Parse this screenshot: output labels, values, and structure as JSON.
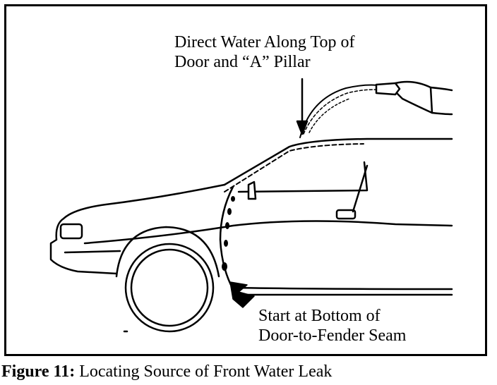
{
  "figure": {
    "label_top_line1": "Direct Water Along Top of",
    "label_top_line2": "Door and “A” Pillar",
    "label_bottom_line1": "Start at Bottom of",
    "label_bottom_line2": "Door-to-Fender Seam",
    "caption_number": "Figure 11:",
    "caption_text": " Locating Source of Front Water Leak"
  },
  "icons": [
    "car-illustration",
    "hose-icon",
    "hand-icon",
    "water-drops-icon",
    "down-arrow-icon",
    "pointer-arrow-icon"
  ]
}
